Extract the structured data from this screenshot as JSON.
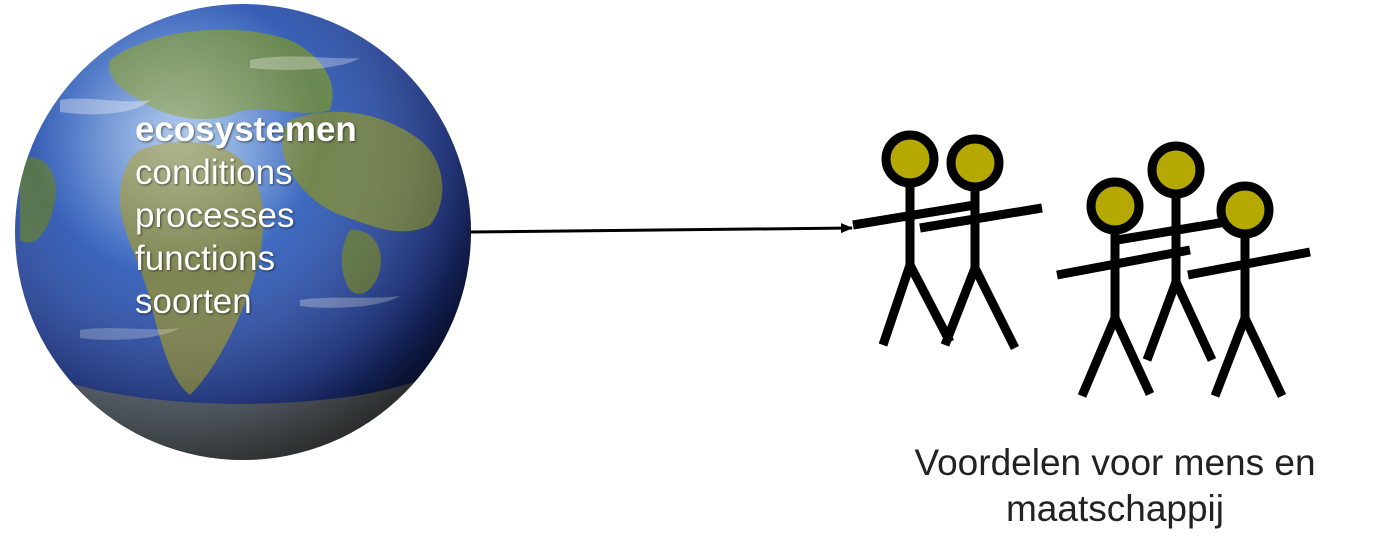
{
  "globe": {
    "labels": [
      "ecosystemen",
      "conditions",
      "processes",
      "functions",
      "soorten"
    ],
    "ocean_color": "#2b4fa8",
    "land_color": "#5d7a3a"
  },
  "caption": {
    "line1": "Voordelen voor mens en",
    "line2": "maatschappij"
  },
  "figures": {
    "head_color": "#b5a800",
    "stroke_color": "#000000"
  }
}
